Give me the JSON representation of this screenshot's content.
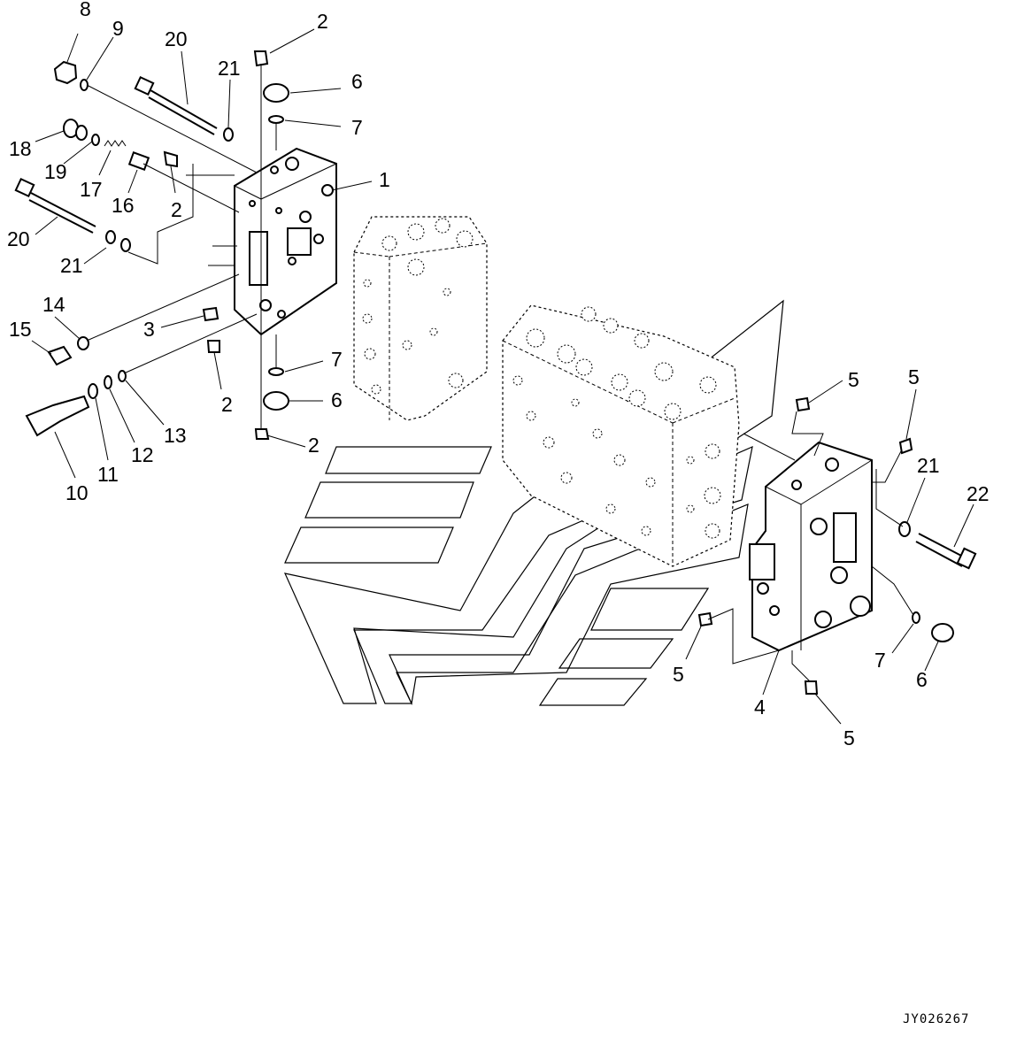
{
  "diagram": {
    "drawing_code": "JY026267",
    "callouts": [
      "8",
      "9",
      "20",
      "21",
      "2",
      "6",
      "7",
      "18",
      "19",
      "17",
      "16",
      "1",
      "20",
      "21",
      "14",
      "15",
      "3",
      "2",
      "7",
      "6",
      "2",
      "13",
      "12",
      "11",
      "10",
      "5",
      "5",
      "21",
      "22",
      "7",
      "6",
      "5",
      "4",
      "5"
    ]
  }
}
